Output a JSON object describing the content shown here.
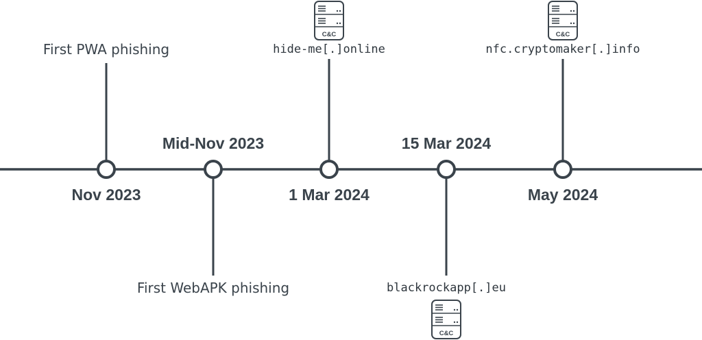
{
  "timeline": {
    "colors": {
      "line": "#3a434b",
      "text": "#3a434b",
      "background": "#ffffff"
    },
    "milestones": [
      {
        "id": "nov-2023",
        "date": "Nov 2023",
        "event": "First PWA phishing",
        "server": false
      },
      {
        "id": "mid-nov-2023",
        "date": "Mid-Nov 2023",
        "event": "First WebAPK phishing",
        "server": false
      },
      {
        "id": "1-mar-2024",
        "date": "1 Mar 2024",
        "domain": "hide-me[.]online",
        "server": true,
        "server_label": "C&C"
      },
      {
        "id": "15-mar-2024",
        "date": "15 Mar 2024",
        "domain": "blackrockapp[.]eu",
        "server": true,
        "server_label": "C&C"
      },
      {
        "id": "may-2024",
        "date": "May 2024",
        "domain": "nfc.cryptomaker[.]info",
        "server": true,
        "server_label": "C&C"
      }
    ],
    "icons": [
      "server-icon"
    ]
  }
}
